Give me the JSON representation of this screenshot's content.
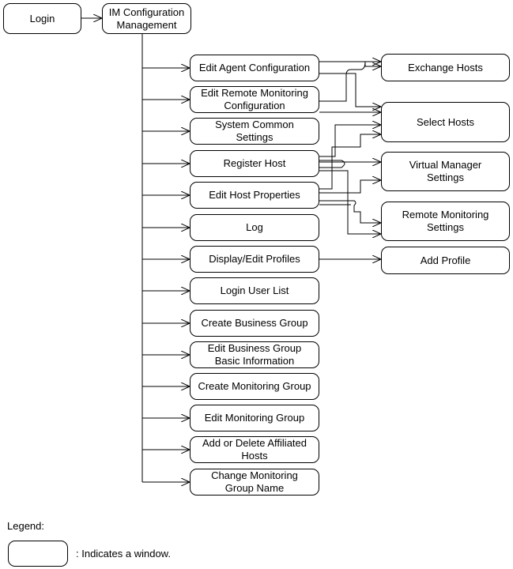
{
  "nodes": {
    "login": "Login",
    "im_config": "IM Configuration\nManagement",
    "edit_agent": "Edit Agent Configuration",
    "edit_remote": "Edit Remote Monitoring\nConfiguration",
    "system_common": "System Common\nSettings",
    "register_host": "Register Host",
    "edit_host_props": "Edit Host Properties",
    "log": "Log",
    "display_profiles": "Display/Edit Profiles",
    "login_user_list": "Login User List",
    "create_business_group": "Create Business Group",
    "edit_business_group": "Edit Business Group\nBasic Information",
    "create_monitoring_group": "Create Monitoring Group",
    "edit_monitoring_group": "Edit Monitoring Group",
    "add_delete_hosts": "Add or Delete Affiliated\nHosts",
    "change_group_name": "Change Monitoring\nGroup Name",
    "exchange_hosts": "Exchange Hosts",
    "select_hosts": "Select Hosts",
    "virtual_manager": "Virtual Manager\nSettings",
    "remote_monitoring_settings": "Remote Monitoring\nSettings",
    "add_profile": "Add Profile"
  },
  "legend": {
    "title": "Legend:",
    "description": ": Indicates a window."
  }
}
